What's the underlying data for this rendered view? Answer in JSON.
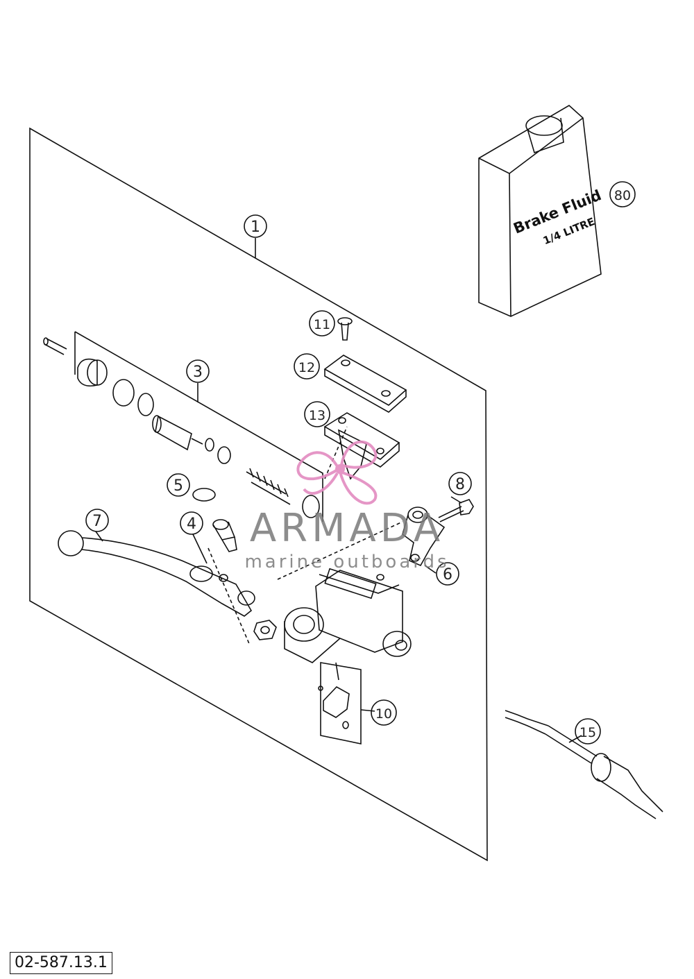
{
  "callouts": [
    "1",
    "3",
    "4",
    "5",
    "6",
    "7",
    "8",
    "10",
    "11",
    "12",
    "13",
    "15",
    "80"
  ],
  "bottle": {
    "line1": "Brake Fluid",
    "line2": "1/4 LITRE"
  },
  "watermark": {
    "brand": "ARMADA",
    "tagline": "marine outboards",
    "accent_color": "#e38bc0",
    "text_color": "#7a7a7a"
  },
  "reference_number": "02-587.13.1"
}
